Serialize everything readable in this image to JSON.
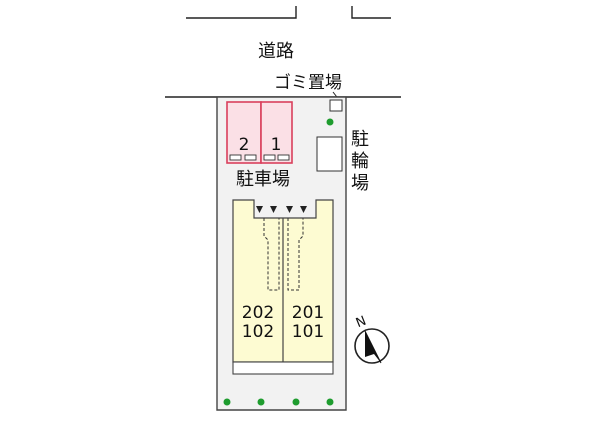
{
  "map": {
    "road_label": "道路",
    "trash_label": "ゴミ置場",
    "bicycle_label_chars": [
      "駐",
      "輪",
      "場"
    ],
    "parking_label": "駐車場",
    "parking_spaces": [
      "2",
      "1"
    ],
    "units": [
      {
        "upper": "202",
        "lower": "102"
      },
      {
        "upper": "201",
        "lower": "101"
      }
    ],
    "north_label": "N"
  },
  "colors": {
    "parking_fill": "#fbe0e6",
    "parking_stroke": "#d9405c",
    "building_fill": "#fdfbd2",
    "lot_fill": "#f2f2f2",
    "tree": "#1e9c2e",
    "line": "#333333"
  },
  "icons": {
    "north": "compass-arrow-icon",
    "tree": "tree-dot-icon",
    "entrance": "entrance-triangle-icon"
  }
}
